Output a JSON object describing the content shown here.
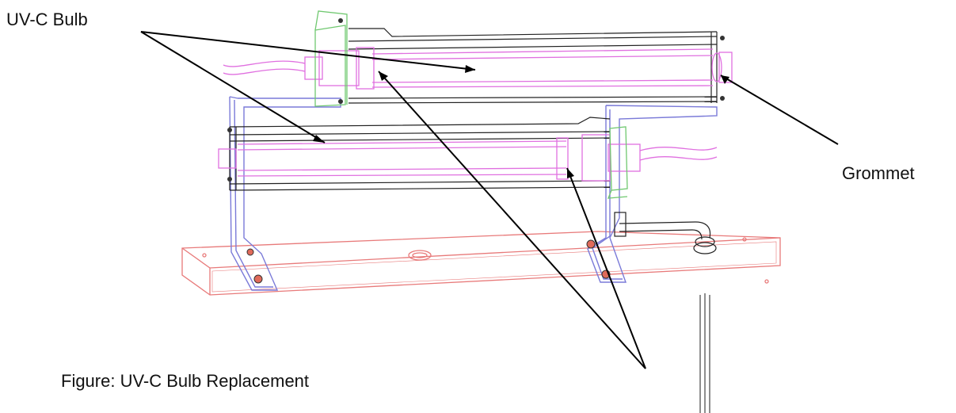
{
  "labels": {
    "uv_c_bulb": "UV-C Bulb",
    "grommet": "Grommet"
  },
  "caption": "Figure: UV-C Bulb Replacement",
  "colors": {
    "base": "#e87a7a",
    "frame": "#7a7ad8",
    "bulb": "#e070e0",
    "bracket": "#70c870",
    "housing": "#222222",
    "leader": "#000000",
    "bolt": "#e06a5a"
  }
}
